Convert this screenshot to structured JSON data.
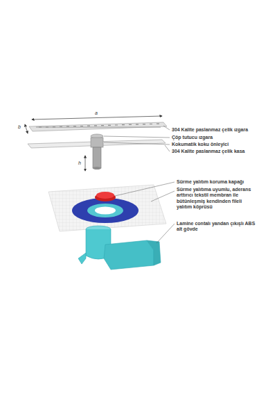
{
  "diagram": {
    "labels": [
      "304 Kalite paslanmaz çelik ızgara",
      "Çöp tutucu ızgara",
      "Kokumatik koku önleyici",
      "304 Kalite paslanmaz çelik kasa",
      "Sürme yalıtım koruma kapağı",
      "Sürme yalıtıma uyumlu, aderans arttırıcı tekstil membran ile bütünleşmiş kendinden fileli yalıtım köprüsü",
      "Lamine contalı yandan çıkışlı ABS alt gövde",
      "a",
      "b",
      "h"
    ]
  }
}
